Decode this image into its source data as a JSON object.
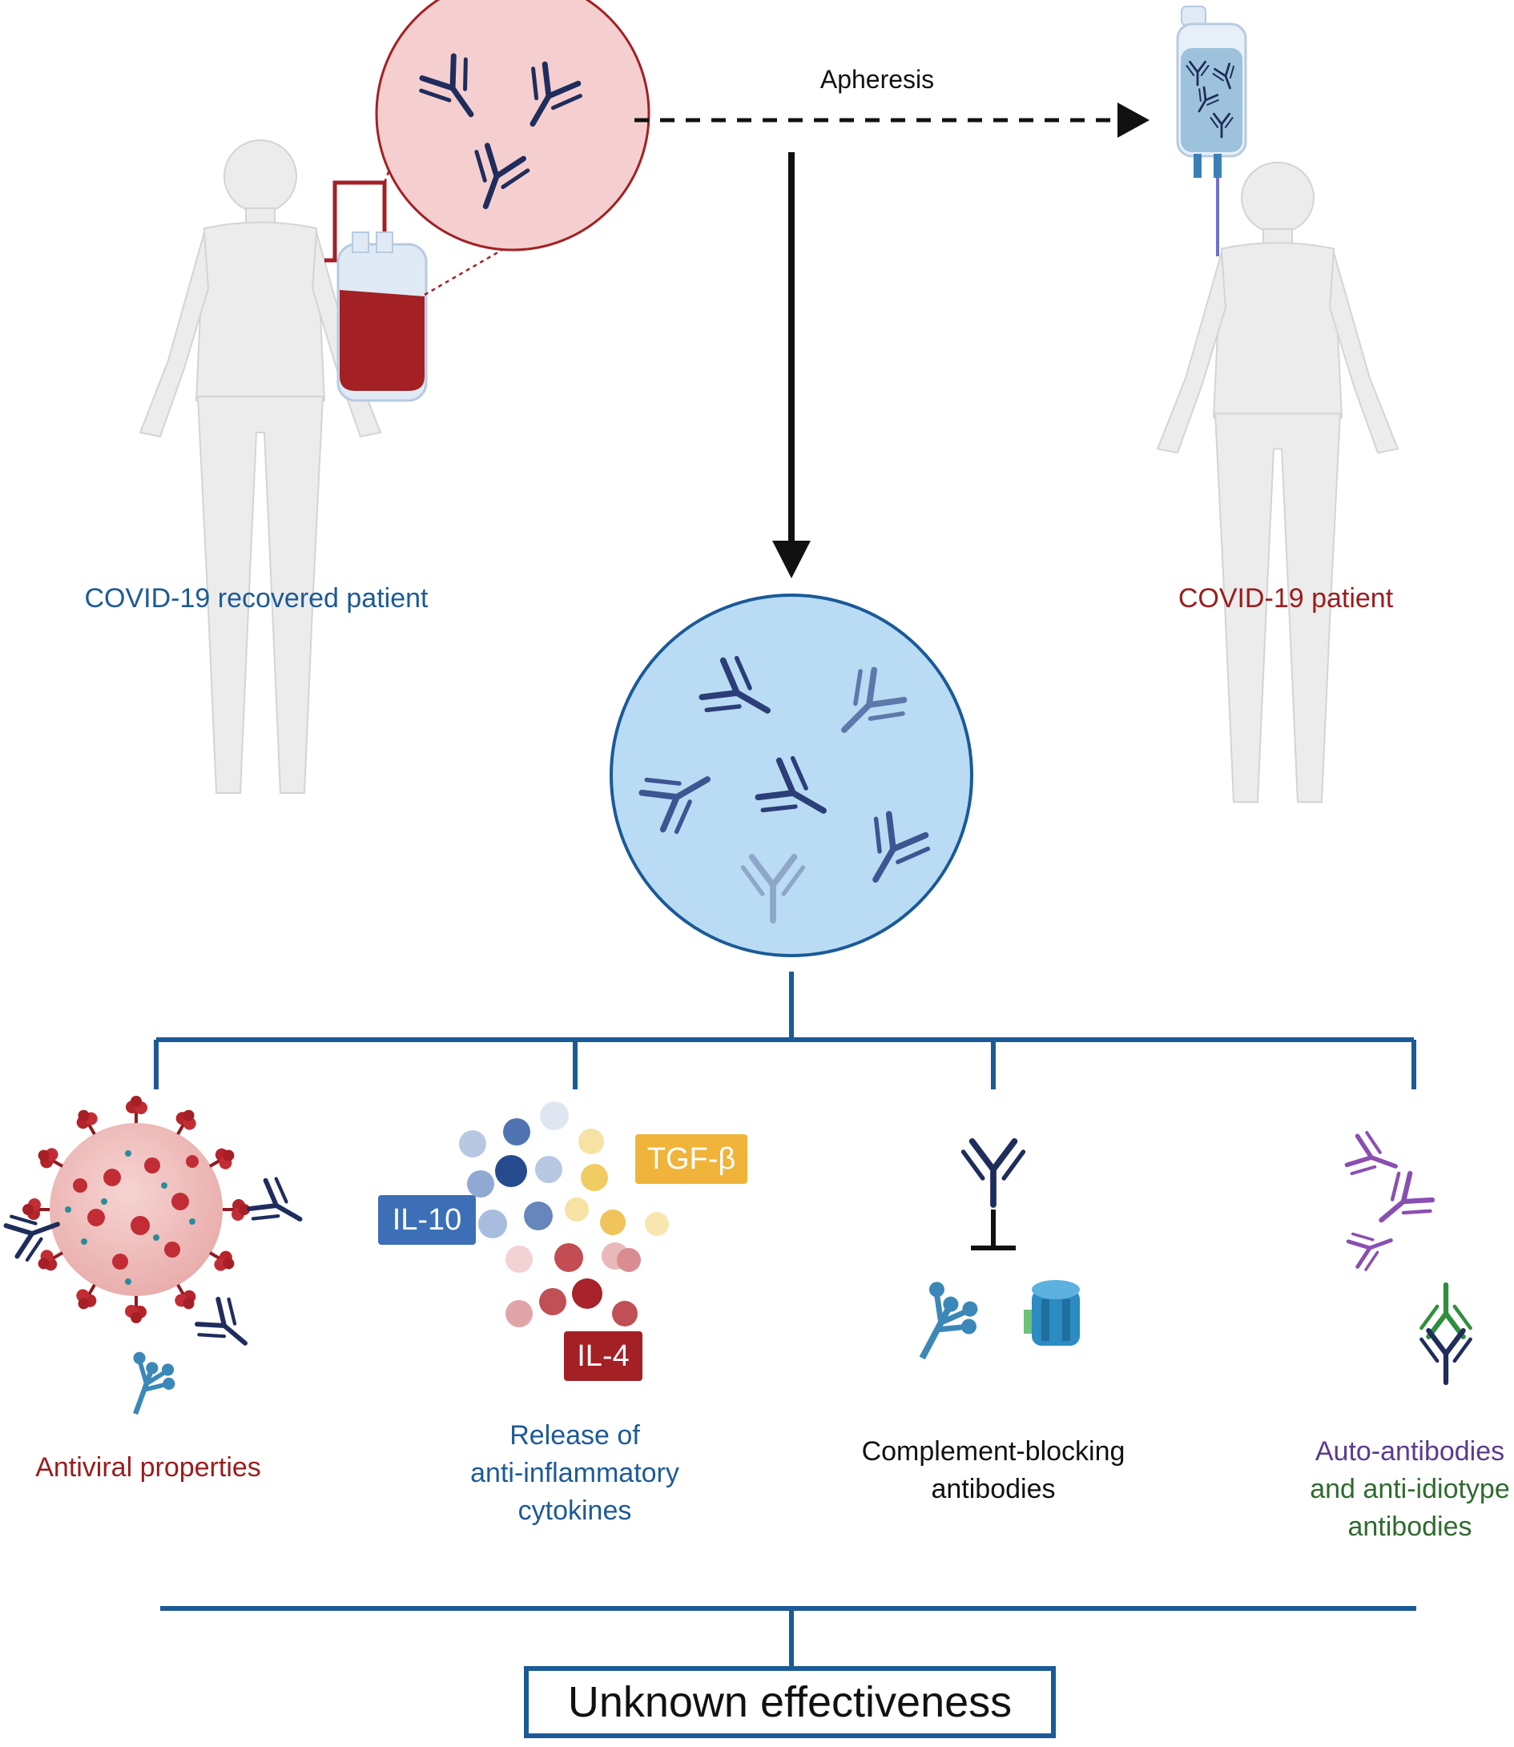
{
  "labels": {
    "apheresis": "Apheresis",
    "donor": "COVID-19 recovered patient",
    "recipient": "COVID-19 patient",
    "antiviral": "Antiviral properties",
    "release_line1": "Release of",
    "release_line2": "anti-inflammatory",
    "release_line3": "cytokines",
    "complement_line1": "Complement-blocking",
    "complement_line2": "antibodies",
    "auto_line1": "Auto-antibodies",
    "auto_line2": "and anti-idiotype",
    "auto_line3": "antibodies",
    "footer": "Unknown effectiveness"
  },
  "cytokines": {
    "il10": "IL-10",
    "tgfb": "TGF-β",
    "il4": "IL-4"
  },
  "colors": {
    "blue_text": "#1d5a96",
    "red_text": "#9b1c1c",
    "line_blue": "#1b5a97",
    "antibody_navy": "#1f2d5c",
    "purple": "#7a4fa3",
    "green": "#2f7d32",
    "il10_bg": "#3c6fb6",
    "tgfb_bg": "#f0b43a",
    "il4_bg": "#a32024"
  }
}
